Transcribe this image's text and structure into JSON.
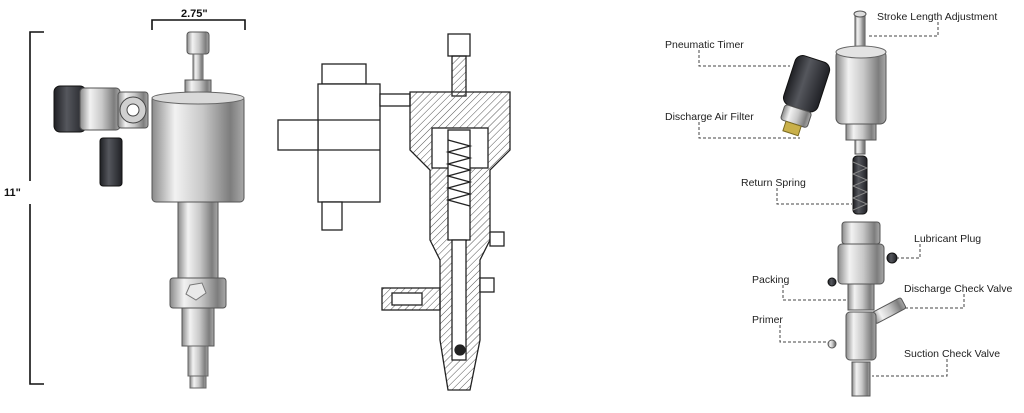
{
  "dimensions": {
    "width_label": "2.75\"",
    "height_label": "11\""
  },
  "callouts": {
    "stroke_length_adjustment": "Stroke Length Adjustment",
    "pneumatic_timer": "Pneumatic Timer",
    "discharge_air_filter": "Discharge Air Filter",
    "return_spring": "Return Spring",
    "lubricant_plug": "Lubricant Plug",
    "packing": "Packing",
    "discharge_check_valve": "Discharge Check Valve",
    "primer": "Primer",
    "suction_check_valve": "Suction Check Valve"
  },
  "colors": {
    "steel_light": "#e6e6e6",
    "steel_mid": "#b9b9b9",
    "steel_dark": "#6f6f6f",
    "timer_dark": "#2e2f33",
    "brass": "#c9b04a",
    "line": "#222222",
    "hatch": "#555555"
  }
}
